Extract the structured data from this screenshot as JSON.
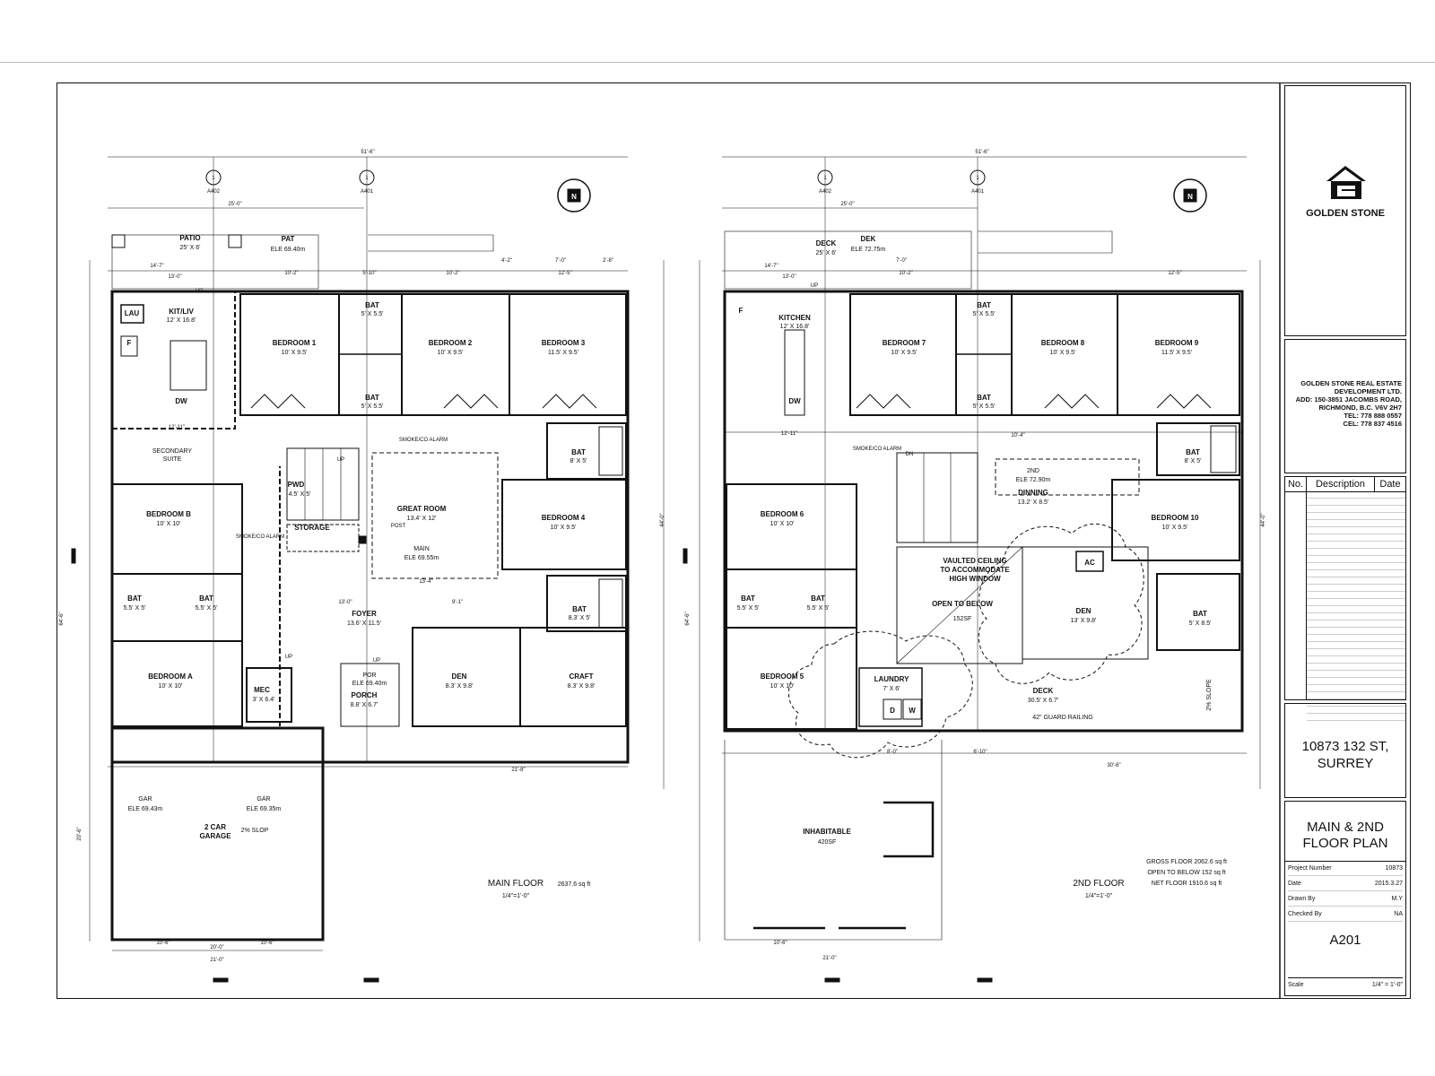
{
  "sheet": {
    "main_floor": {
      "title": "MAIN FLOOR",
      "area": "2637.6 sq ft",
      "scale": "1/4\"=1'-0\"",
      "rooms": [
        {
          "name": "PATIO",
          "dims": "25' X 6'"
        },
        {
          "name": "PAT",
          "dims": "ELE 69.40m"
        },
        {
          "name": "LAU",
          "dims": ""
        },
        {
          "name": "KIT/LIV",
          "dims": "12' X 16.8'"
        },
        {
          "name": "DW",
          "dims": ""
        },
        {
          "name": "F",
          "dims": ""
        },
        {
          "name": "SECONDARY",
          "dims": "SUITE"
        },
        {
          "name": "BEDROOM 1",
          "dims": "10' X 9.5'"
        },
        {
          "name": "BAT",
          "dims": "5' X 5.5'"
        },
        {
          "name": "BAT",
          "dims": "5' X 5.5'"
        },
        {
          "name": "BEDROOM 2",
          "dims": "10' X 9.5'"
        },
        {
          "name": "BEDROOM 3",
          "dims": "11.5' X 9.5'"
        },
        {
          "name": "BAT",
          "dims": "8' X 5'"
        },
        {
          "name": "BEDROOM B",
          "dims": "10' X 10'"
        },
        {
          "name": "PWD",
          "dims": "4.5' X 5'"
        },
        {
          "name": "STORAGE",
          "dims": ""
        },
        {
          "name": "GREAT ROOM",
          "dims": "13.4' X 12'"
        },
        {
          "name": "MAIN",
          "dims": "ELE 69.55m"
        },
        {
          "name": "BEDROOM 4",
          "dims": "10' X 9.5'"
        },
        {
          "name": "BAT",
          "dims": "5.5' X 5'"
        },
        {
          "name": "BAT",
          "dims": "5.5' X 5'"
        },
        {
          "name": "FOYER",
          "dims": "13.6' X 11.5'"
        },
        {
          "name": "BAT",
          "dims": "8.3' X 5'"
        },
        {
          "name": "BEDROOM A",
          "dims": "10' X 10'"
        },
        {
          "name": "MEC",
          "dims": "3' X 6.4'"
        },
        {
          "name": "POR",
          "dims": "ELE 69.40m"
        },
        {
          "name": "PORCH",
          "dims": "8.8' X 6.7'"
        },
        {
          "name": "DEN",
          "dims": "8.3' X 9.8'"
        },
        {
          "name": "CRAFT",
          "dims": "8.3' X 9.8'"
        },
        {
          "name": "GAR",
          "dims": "ELE 69.43m"
        },
        {
          "name": "GAR",
          "dims": "ELE 69.35m"
        },
        {
          "name": "2 CAR",
          "dims": "GARAGE"
        },
        {
          "name": "2% SLOP",
          "dims": ""
        }
      ],
      "notes": [
        "SMOKE/CO ALARM",
        "SMOKE/CO ALARM",
        "POST",
        "UP",
        "UP",
        "UP",
        "UP"
      ],
      "dims": [
        "51'-6\"",
        "25'-0\"",
        "14'-7\"",
        "13'-0\"",
        "10'-2\"",
        "5'-10\"",
        "10'-2\"",
        "4'-2\"",
        "12'-5\"",
        "7'-0\"",
        "2'-8\"",
        "12'-11\"",
        "13'-4\"",
        "13'-0\"",
        "9'-1\"",
        "21'-8\"",
        "20'-0\"",
        "21'-0\"",
        "10'-6\"",
        "10'-6\"",
        "64'-6\"",
        "44'-0\"",
        "20'-6\""
      ]
    },
    "second_floor": {
      "title": "2ND FLOOR",
      "scale": "1/4\"=1'-0\"",
      "areas": [
        "GROSS FLOOR 2062.6 sq ft",
        "OPEN TO BELOW 152 sq ft",
        "NET FLOOR 1910.6 sq ft"
      ],
      "rooms": [
        {
          "name": "DECK",
          "dims": "25' X 6'"
        },
        {
          "name": "DEK",
          "dims": "ELE 72.75m"
        },
        {
          "name": "KITCHEN",
          "dims": "12' X 16.8'"
        },
        {
          "name": "F",
          "dims": ""
        },
        {
          "name": "DW",
          "dims": ""
        },
        {
          "name": "BEDROOM 7",
          "dims": "10' X 9.5'"
        },
        {
          "name": "BAT",
          "dims": "5' X 5.5'"
        },
        {
          "name": "BAT",
          "dims": "5' X 5.5'"
        },
        {
          "name": "BEDROOM 8",
          "dims": "10' X 9.5'"
        },
        {
          "name": "BEDROOM 9",
          "dims": "11.5' X 9.5'"
        },
        {
          "name": "BAT",
          "dims": "8' X 5'"
        },
        {
          "name": "2ND",
          "dims": "ELE 72.90m"
        },
        {
          "name": "DINNING",
          "dims": "13.2' X 8.5'"
        },
        {
          "name": "BEDROOM 6",
          "dims": "10' X 10'"
        },
        {
          "name": "BEDROOM 10",
          "dims": "10' X 9.5'"
        },
        {
          "name": "AC",
          "dims": ""
        },
        {
          "name": "BAT",
          "dims": "5.5' X 5'"
        },
        {
          "name": "BAT",
          "dims": "5.5' X 5'"
        },
        {
          "name": "DEN",
          "dims": "13' X 9.8'"
        },
        {
          "name": "BAT",
          "dims": "5' X 8.5'"
        },
        {
          "name": "BEDROOM 5",
          "dims": "10' X 10'"
        },
        {
          "name": "LAUNDRY",
          "dims": "7' X 6'"
        },
        {
          "name": "D",
          "dims": ""
        },
        {
          "name": "W",
          "dims": ""
        },
        {
          "name": "DECK",
          "dims": "30.5' X 6.7'"
        },
        {
          "name": "INHABITABLE",
          "dims": "420SF"
        }
      ],
      "notes": [
        "VAULTED CEILING",
        "TO ACCOMMODATE",
        "HIGH WINDOW",
        "OPEN TO BELOW",
        "152SF",
        "42\" GUARD RAILING",
        "2% SLOPE",
        "SMOKE/CO ALARM",
        "DN",
        "UP"
      ],
      "dims": [
        "51'-6\"",
        "25'-0\"",
        "14'-7\"",
        "13'-0\"",
        "7'-0\"",
        "10'-2\"",
        "12'-5\"",
        "12'-11\"",
        "10'-4\"",
        "8'-0\"",
        "6'-10\"",
        "30'-6\"",
        "21'-0\"",
        "10'-6\"",
        "64'-6\"",
        "44'-0\""
      ]
    },
    "markers": {
      "north": "N",
      "section_1": "1",
      "section_1_ref": "A402",
      "section_2": "1",
      "section_2_ref": "A401"
    }
  },
  "title_block": {
    "brand": "GOLDEN STONE",
    "company_lines": [
      "GOLDEN STONE REAL ESTATE",
      "DEVELOPMENT LTD.",
      "ADD: 150-3851 JACOMBS ROAD,",
      "RICHMOND, B.C.  V6V 2H7",
      "TEL: 778 888 0557",
      "CEL: 778 837 4516"
    ],
    "revision_headers": [
      "No.",
      "Description",
      "Date"
    ],
    "address_line1": "10873 132 ST,",
    "address_line2": "SURREY",
    "sheet_title_line1": "MAIN & 2ND",
    "sheet_title_line2": "FLOOR PLAN",
    "meta": [
      {
        "label": "Project Number",
        "value": "10873"
      },
      {
        "label": "Date",
        "value": "2015.3.27"
      },
      {
        "label": "Drawn By",
        "value": "M.Y"
      },
      {
        "label": "Checked By",
        "value": "NA"
      }
    ],
    "sheet_number": "A201",
    "scale_label": "Scale",
    "scale_value": "1/4\" = 1'-0\""
  }
}
